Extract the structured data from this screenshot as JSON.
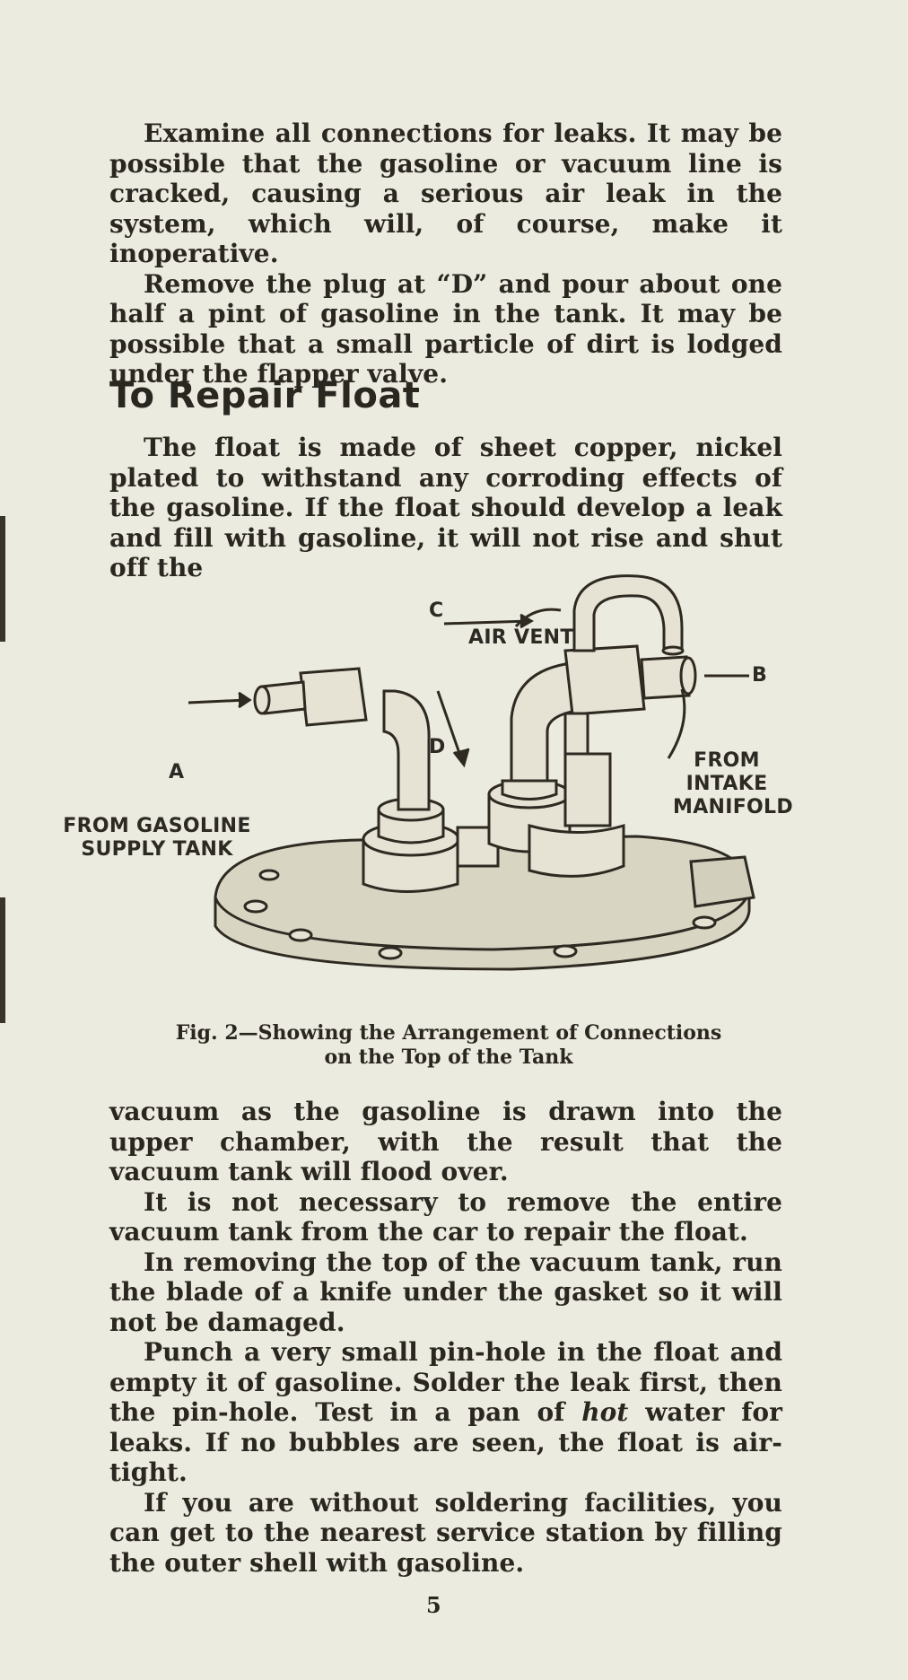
{
  "paragraphs_top": [
    "Examine all connections for leaks. It may be possible that the gasoline or vacuum line is cracked, causing a serious air leak in the system, which will, of course, make it inoperative.",
    "Remove the plug at “D” and pour about one half a pint of gasoline in the tank. It may be possible that a small particle of dirt is lodged under the flapper valve."
  ],
  "heading": "To Repair Float",
  "paragraph_float": "The float is made of sheet copper, nickel plated to withstand any corroding effects of the gasoline. If the float should develop a leak and fill with gasoline, it will not rise and shut off the",
  "figure": {
    "labels": {
      "c": "C",
      "air_vent": "AIR VENT",
      "b": "B",
      "from_intake": "FROM INTAKE MANIFOLD",
      "d": "D",
      "a": "A",
      "from_gasoline": "FROM GASOLINE SUPPLY TANK"
    },
    "caption_line1": "Fig. 2—Showing the Arrangement of Connections",
    "caption_line2": "on the Top of the Tank"
  },
  "paragraphs_bottom": [
    "vacuum as the gasoline is drawn into the upper chamber, with the result that the vacuum tank will flood over.",
    "It is not necessary to remove the entire vacuum tank from the car to repair the float.",
    "In removing the top of the vacuum tank, run the blade of a knife under the gasket so it will not be damaged."
  ],
  "paragraph_pinhole": {
    "before": "Punch a very small pin-hole in the float and empty it of gasoline. Solder the leak first, then the pin-hole. Test in a pan of ",
    "emphasis": "hot",
    "after": " water for leaks. If no bubbles are seen, the float is air-tight."
  },
  "paragraph_last": "If you are without soldering facilities, you can get to the nearest service station by filling the outer shell with gasoline.",
  "page_number": "5"
}
